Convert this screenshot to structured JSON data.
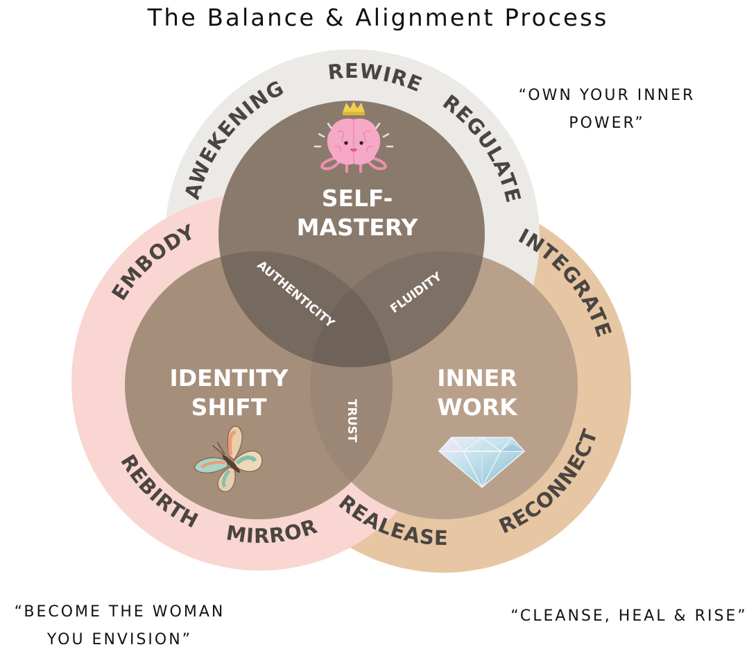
{
  "title": "The Balance & Alignment Process",
  "quotes": {
    "top_right": "“OWN YOUR INNER POWER”",
    "bottom_left": "“BECOME THE WOMAN YOU ENVISION”",
    "bottom_right": "“CLEANSE, HEAL & RISE”"
  },
  "colors": {
    "outer_top": "#ebeae6",
    "outer_left": "#f9d6d1",
    "outer_right": "#e7c6a3",
    "inner_top": "#8a7a6c",
    "inner_left": "#a58f7b",
    "inner_right": "#b8a08b",
    "lens_top_left": "#76695e",
    "lens_top_right": "#7e7064",
    "lens_bottom": "#9c8675",
    "lens_center": "#6e6259",
    "ring_text": "#4a4541"
  },
  "circles": {
    "top": {
      "title_line1": "SELF-",
      "title_line2": "MASTERY",
      "icon": "crowned-brain-icon",
      "ring_labels": [
        "AWEKENING",
        "REWIRE",
        "REGULATE"
      ]
    },
    "left": {
      "title_line1": "IDENTITY",
      "title_line2": "SHIFT",
      "icon": "butterfly-icon",
      "ring_labels": [
        "EMBODY",
        "REBIRTH",
        "MIRROR"
      ]
    },
    "right": {
      "title_line1": "INNER",
      "title_line2": "WORK",
      "icon": "diamond-icon",
      "ring_labels": [
        "INTEGRATE",
        "RECONNECT",
        "REALEASE"
      ]
    }
  },
  "overlaps": {
    "top_left": "AUTHENTICITY",
    "top_right": "FLUIDITY",
    "bottom": "TRUST"
  }
}
